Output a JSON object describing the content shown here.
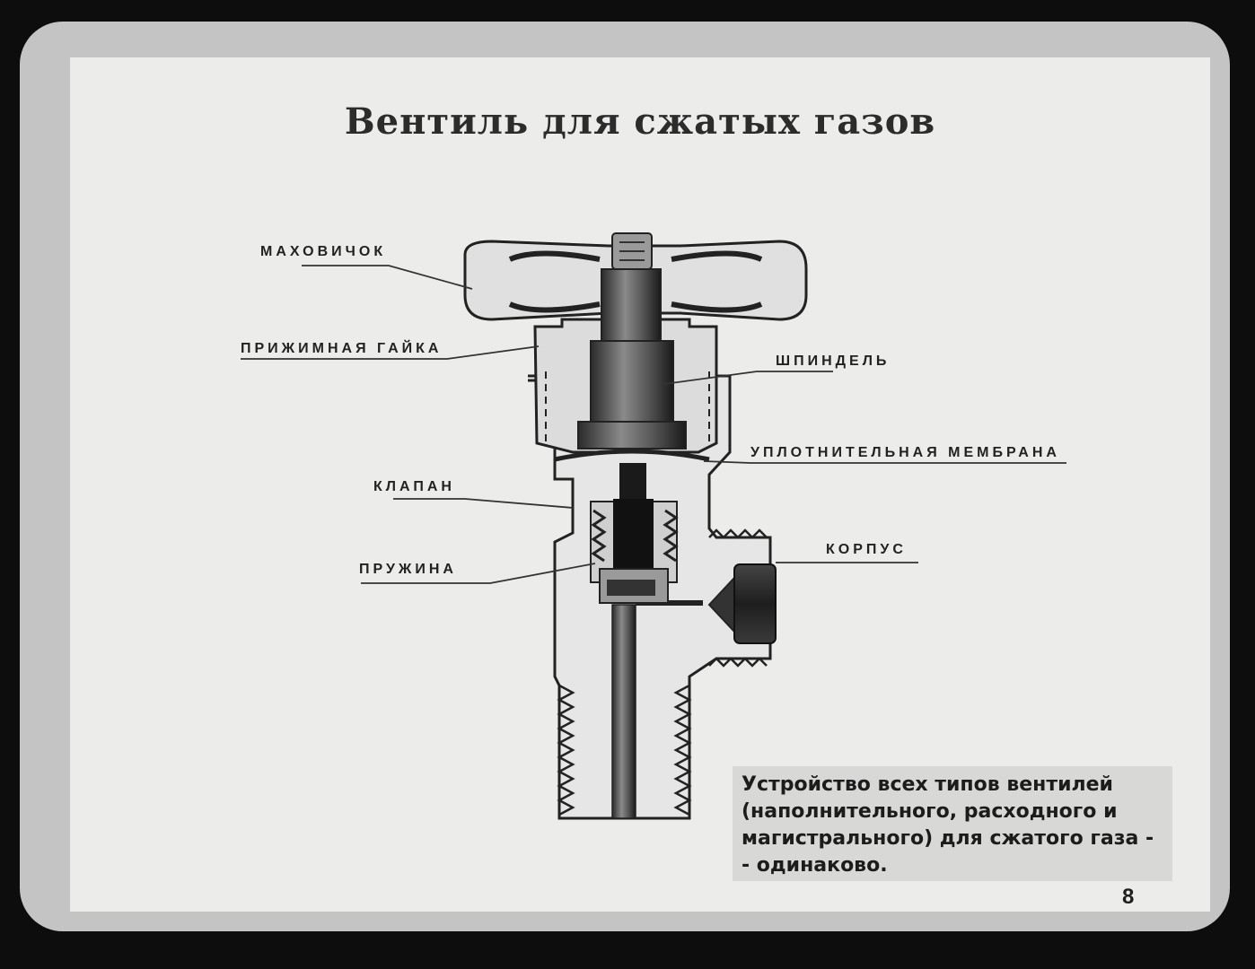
{
  "title": "Вентиль для сжатых газов",
  "labels": {
    "handwheel": "МАХОВИЧОК",
    "clamp_nut": "ПРИЖИМНАЯ ГАЙКА",
    "spindle": "ШПИНДЕЛЬ",
    "membrane": "УПЛОТНИТЕЛЬНАЯ МЕМБРАНА",
    "valve": "КЛАПАН",
    "spring": "ПРУЖИНА",
    "body": "КОРПУС"
  },
  "note": {
    "lines": [
      "Устройство всех типов вентилей",
      "(наполнительного, расходного и",
      "магистрального) для сжатого газа -",
      "- одинаково."
    ]
  },
  "page_number": "8"
}
